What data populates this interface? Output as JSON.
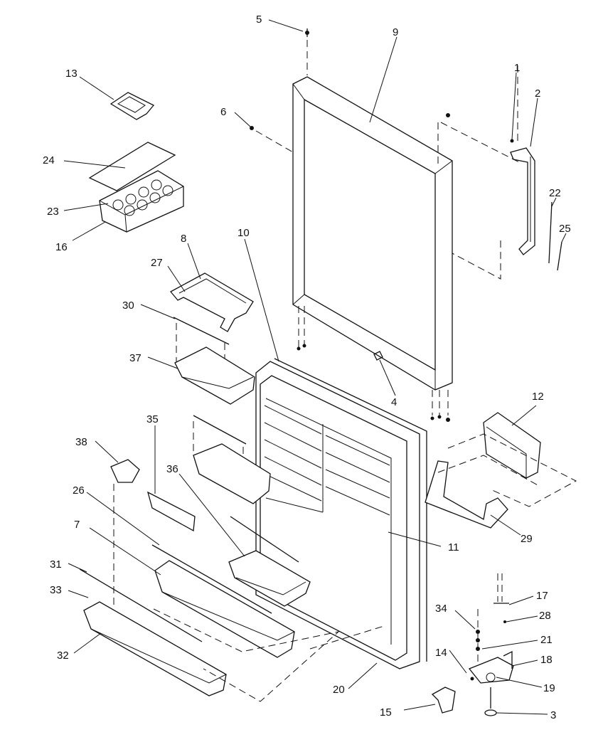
{
  "diagram": {
    "labels": [
      {
        "key": "1",
        "text": "1"
      },
      {
        "key": "2",
        "text": "2"
      },
      {
        "key": "3",
        "text": "3"
      },
      {
        "key": "4",
        "text": "4"
      },
      {
        "key": "5",
        "text": "5"
      },
      {
        "key": "6",
        "text": "6"
      },
      {
        "key": "7",
        "text": "7"
      },
      {
        "key": "8",
        "text": "8"
      },
      {
        "key": "9",
        "text": "9"
      },
      {
        "key": "10",
        "text": "10"
      },
      {
        "key": "11",
        "text": "11"
      },
      {
        "key": "12",
        "text": "12"
      },
      {
        "key": "13",
        "text": "13"
      },
      {
        "key": "14",
        "text": "14"
      },
      {
        "key": "15",
        "text": "15"
      },
      {
        "key": "16",
        "text": "16"
      },
      {
        "key": "17",
        "text": "17"
      },
      {
        "key": "18",
        "text": "18"
      },
      {
        "key": "19",
        "text": "19"
      },
      {
        "key": "20",
        "text": "20"
      },
      {
        "key": "21",
        "text": "21"
      },
      {
        "key": "22",
        "text": "22"
      },
      {
        "key": "23",
        "text": "23"
      },
      {
        "key": "24",
        "text": "24"
      },
      {
        "key": "25",
        "text": "25"
      },
      {
        "key": "26",
        "text": "26"
      },
      {
        "key": "27",
        "text": "27"
      },
      {
        "key": "28",
        "text": "28"
      },
      {
        "key": "29",
        "text": "29"
      },
      {
        "key": "30",
        "text": "30"
      },
      {
        "key": "31",
        "text": "31"
      },
      {
        "key": "32",
        "text": "32"
      },
      {
        "key": "33",
        "text": "33"
      },
      {
        "key": "34",
        "text": "34"
      },
      {
        "key": "35",
        "text": "35"
      },
      {
        "key": "36",
        "text": "36"
      },
      {
        "key": "37",
        "text": "37"
      },
      {
        "key": "38",
        "text": "38"
      }
    ]
  }
}
